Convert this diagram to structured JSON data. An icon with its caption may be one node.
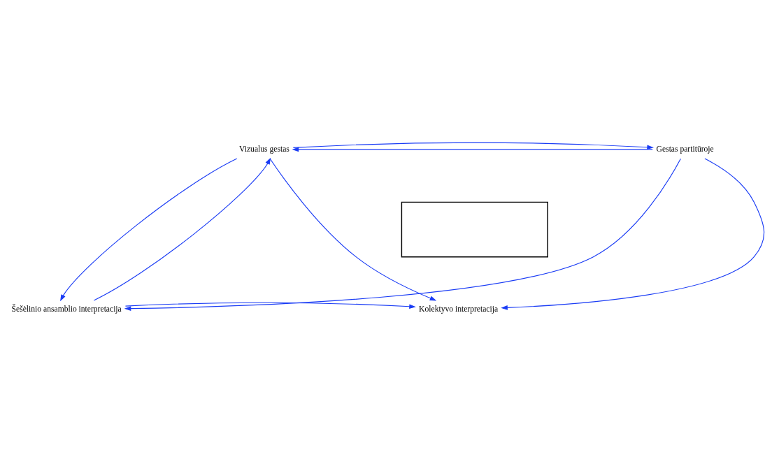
{
  "diagram": {
    "nodes": [
      {
        "text": [
          "Vizualus gestas"
        ]
      },
      {
        "text": [
          "Gestas partitūroje"
        ]
      },
      {
        "text": [
          "Šešėlinio ansamblio interpretacija"
        ]
      },
      {
        "text": [
          "Kolektyvo interpretacija"
        ]
      },
      {
        "text": [],
        "shape": "box"
      }
    ],
    "edges": [
      {
        "from": 1,
        "to": 0,
        "arrow": "to",
        "color": "#1a3cf5"
      },
      {
        "from": 0,
        "to": 1,
        "arrow": "to",
        "color": "#1a3cf5"
      },
      {
        "from": 0,
        "to": 2,
        "arrow": "to",
        "color": "#1a3cf5"
      },
      {
        "from": 2,
        "to": 0,
        "arrow": "to",
        "color": "#1a3cf5"
      },
      {
        "from": 1,
        "to": 3,
        "arrow": "to",
        "color": "#1a3cf5"
      },
      {
        "from": 2,
        "to": 3,
        "arrow": "to",
        "color": "#1a3cf5"
      },
      {
        "from": 0,
        "to": 3,
        "arrow": "to",
        "color": "#1a3cf5"
      },
      {
        "from": 1,
        "to": 2,
        "arrow": "to",
        "color": "#1a3cf5"
      }
    ]
  }
}
